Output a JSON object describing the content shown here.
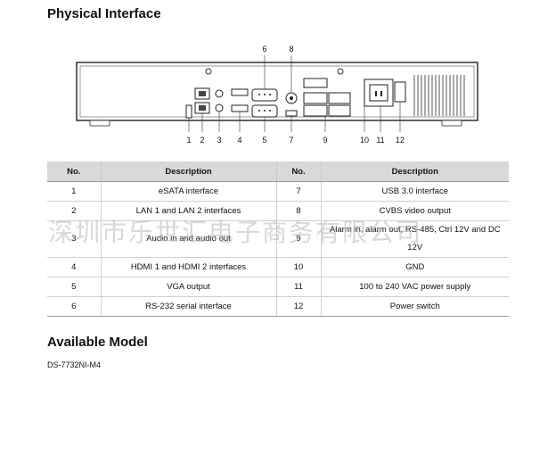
{
  "sections": {
    "physical_title": "Physical Interface",
    "available_title": "Available Model",
    "model_name": "DS-7732NI-M4"
  },
  "device": {
    "callouts_bottom": [
      "1",
      "2",
      "3",
      "4",
      "5",
      "7",
      "9",
      "10",
      "11",
      "12"
    ],
    "callouts_top": [
      "6",
      "8"
    ]
  },
  "table": {
    "headers": [
      "No.",
      "Description",
      "No.",
      "Description"
    ],
    "rows": [
      {
        "no1": "1",
        "desc1": "eSATA interface",
        "no2": "7",
        "desc2": "USB 3.0 interface"
      },
      {
        "no1": "2",
        "desc1": "LAN 1 and LAN 2 interfaces",
        "no2": "8",
        "desc2": "CVBS video output"
      },
      {
        "no1": "3",
        "desc1": "Audio in and audio out",
        "no2": "9",
        "desc2": "Alarm in, alarm out, RS-485, Ctrl 12V and DC 12V"
      },
      {
        "no1": "4",
        "desc1": "HDMI 1 and HDMI 2 interfaces",
        "no2": "10",
        "desc2": "GND"
      },
      {
        "no1": "5",
        "desc1": "VGA output",
        "no2": "11",
        "desc2": "100 to 240 VAC power supply"
      },
      {
        "no1": "6",
        "desc1": "RS-232 serial interface",
        "no2": "12",
        "desc2": "Power switch"
      }
    ]
  },
  "watermark": "深圳市乐世汇电子商务有限公司"
}
